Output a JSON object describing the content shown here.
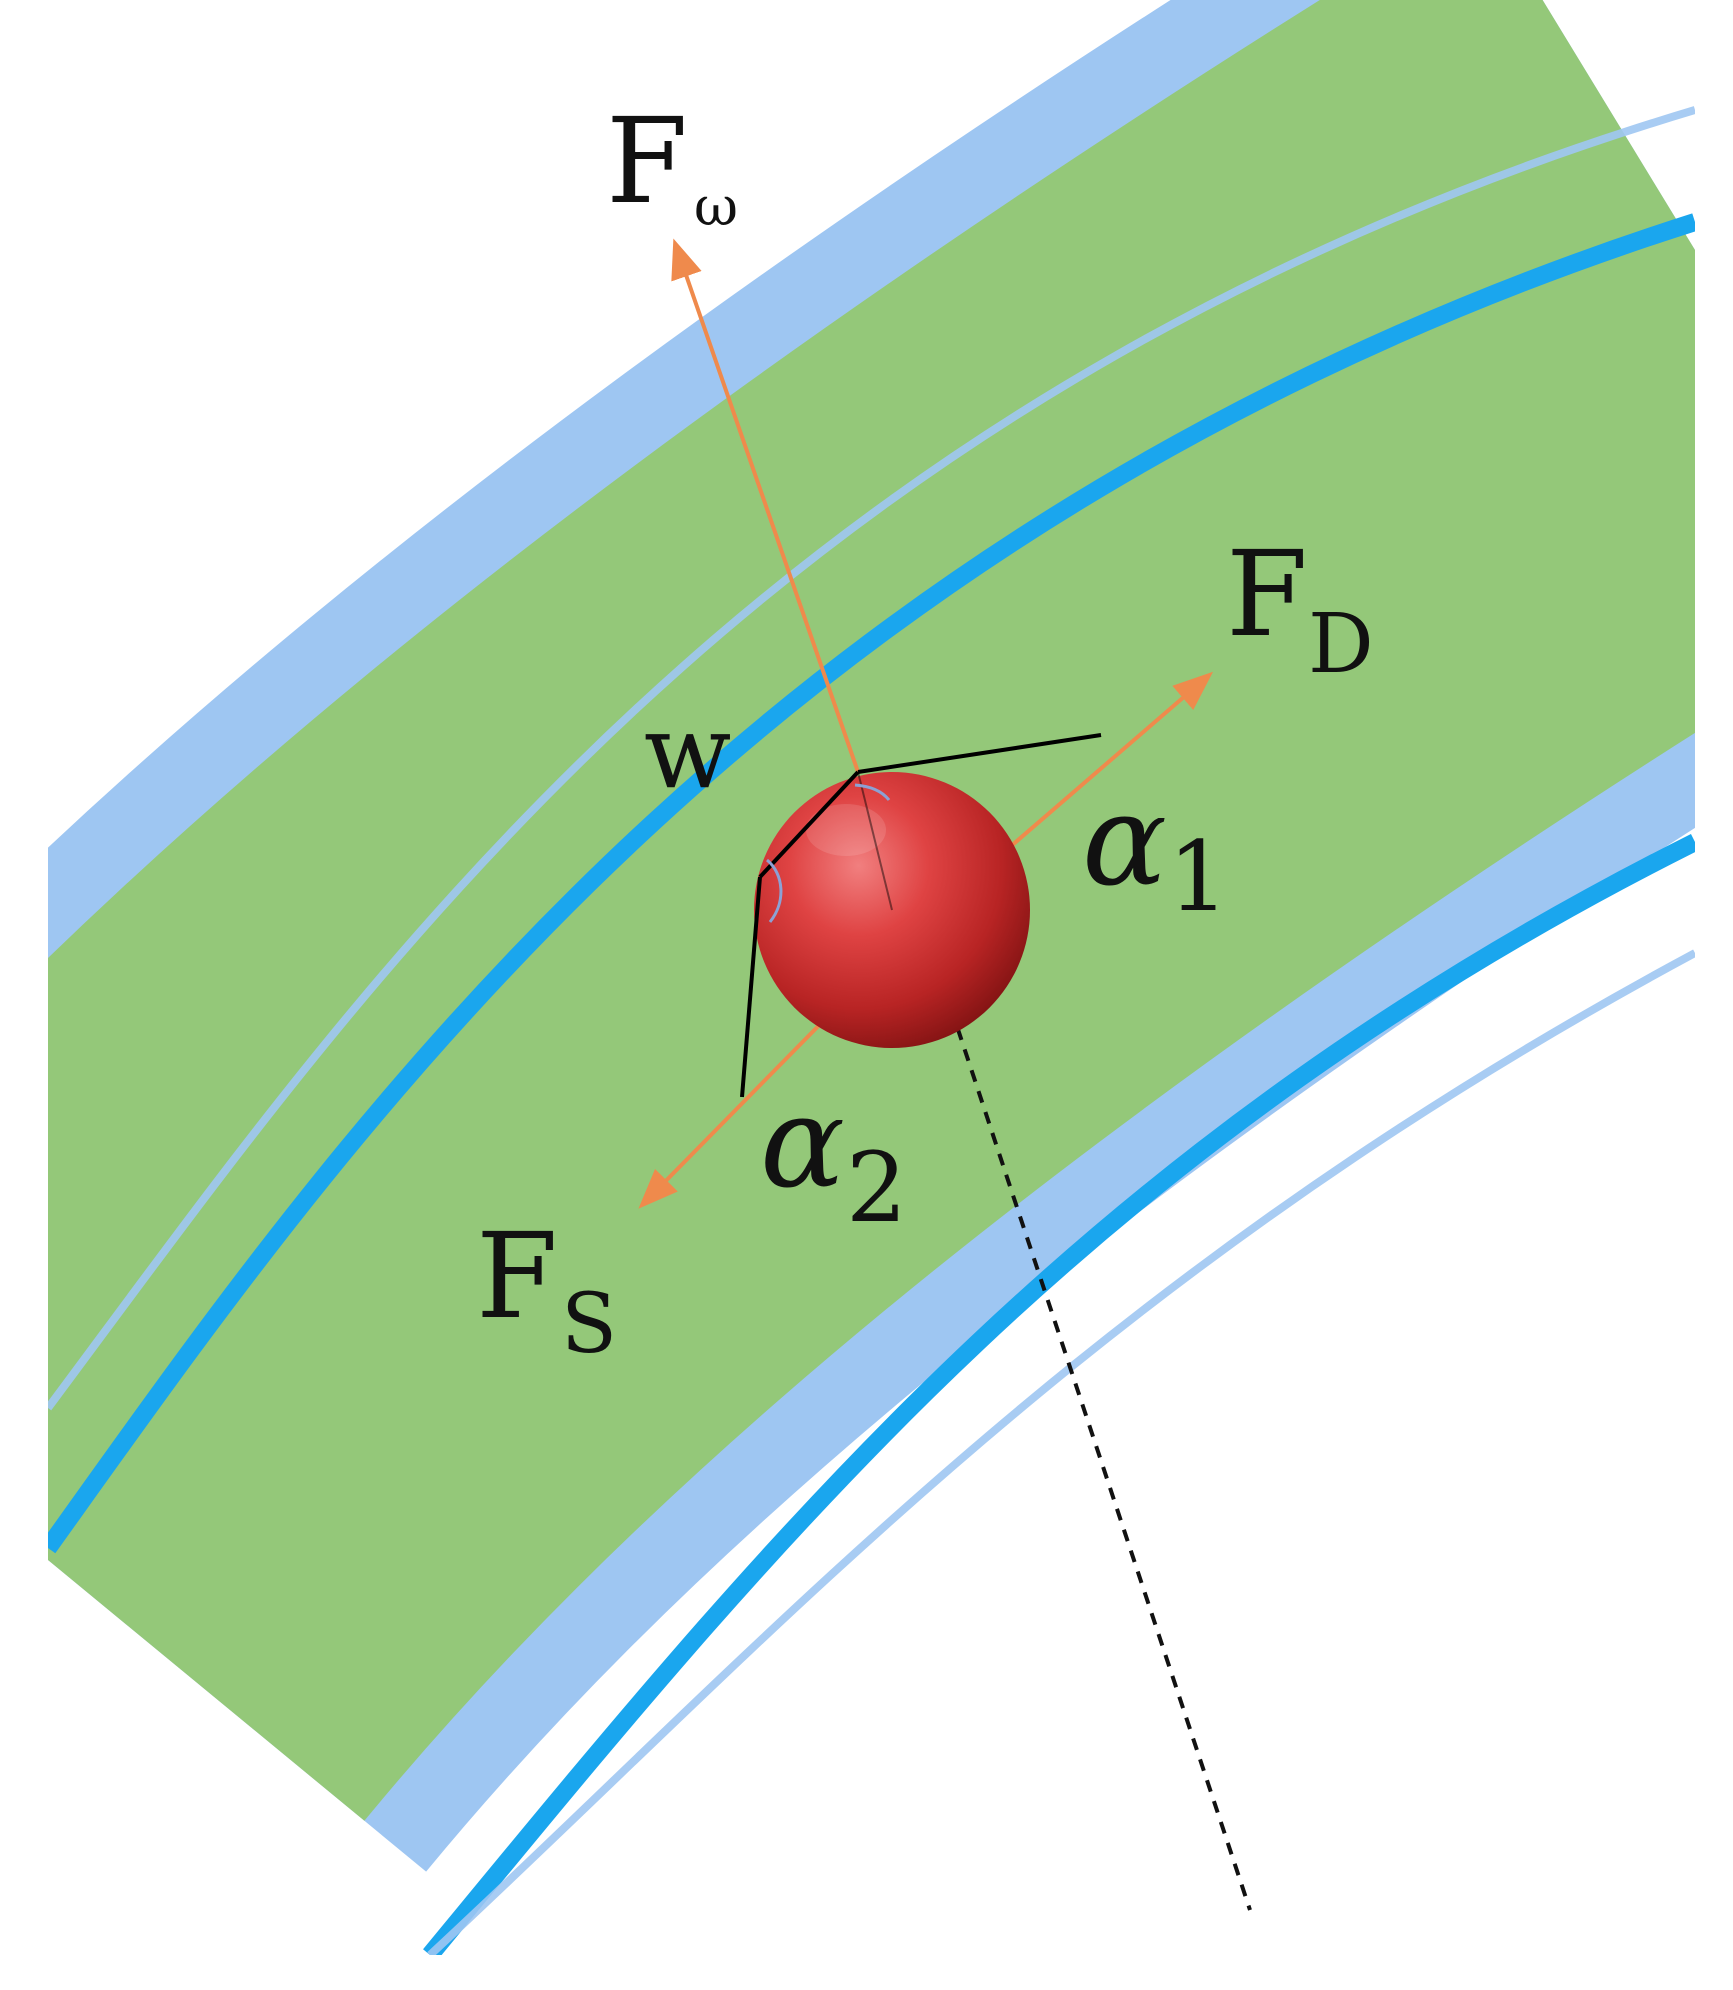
{
  "labels": {
    "f_omega_main": "F",
    "f_omega_sub": "ω",
    "f_d_main": "F",
    "f_d_sub": "D",
    "f_s_main": "F",
    "f_s_sub": "S",
    "w": "w",
    "alpha1_main": "α",
    "alpha1_sub": "1",
    "alpha2_main": "α",
    "alpha2_sub": "2"
  },
  "colors": {
    "background": "#ffffff",
    "outer_wall": "#9ec6f2",
    "wall_line": "#1aa6ee",
    "inner_fluid": "#94c879",
    "force_arrow": "#ef8a4c",
    "particle_main": "#cf3434",
    "particle_dark": "#8f1717",
    "line_black": "#000000"
  }
}
